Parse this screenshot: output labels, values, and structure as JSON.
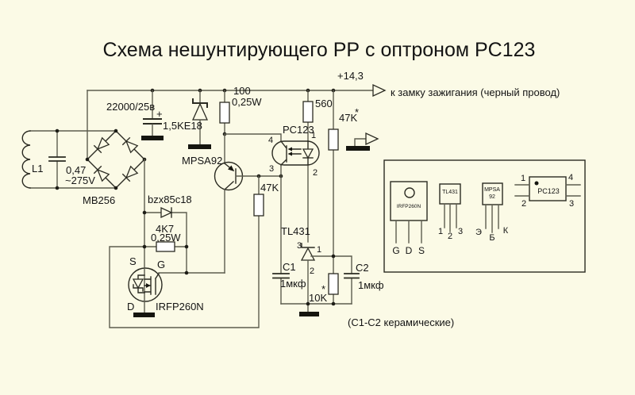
{
  "title": "Схема нешунтирующего РР с оптроном PC123",
  "colors": {
    "background": "#fbfae6",
    "ink": "#2b2b22",
    "wire": "#5c5c4e"
  },
  "rail": {
    "voltage": "+14,3",
    "output": "к замку зажигания (черный провод)"
  },
  "schematic": {
    "l1": "L1",
    "input_cap": {
      "value": "0,47",
      "voltage": "~275V"
    },
    "bridge": "MB256",
    "filter_cap": {
      "value": "22000/25в",
      "plus": "+"
    },
    "tvs": "1,5KE18",
    "r_emitter": {
      "value": "100",
      "power": "0,25W"
    },
    "r_led": "560",
    "r_upper": {
      "value": "47K",
      "star": "*"
    },
    "opto": {
      "name": "PC123",
      "pin1": "1",
      "pin2": "2",
      "pin3": "3",
      "pin4": "4"
    },
    "pnp": "MPSA92",
    "r_base": "47K",
    "gate_zener": "bzx85c18",
    "r_gs": {
      "value": "4K7",
      "power": "0,25W"
    },
    "mosfet": {
      "name": "IRFP260N",
      "pin_s": "S",
      "pin_g": "G",
      "pin_d": "D"
    },
    "tl431": {
      "name": "TL431",
      "pin1": "1",
      "pin2": "2",
      "pin3": "3"
    },
    "c1": {
      "name": "C1",
      "value": "1мкф"
    },
    "r_ref": {
      "value": "10K",
      "star": "*"
    },
    "c2": {
      "name": "C2",
      "value": "1мкф"
    },
    "note": "(C1-C2 керамические)"
  },
  "pinout": {
    "irfp": {
      "name": "IRFP260N",
      "pins": [
        "G",
        "D",
        "S"
      ]
    },
    "tl431": {
      "name": "TL431",
      "pins": [
        "1",
        "2",
        "3"
      ]
    },
    "mpsa": {
      "name_line1": "MPSA",
      "name_line2": "92",
      "pins": [
        "Э",
        "Б",
        "К"
      ]
    },
    "pc123": {
      "name": "PC123",
      "pins": [
        "1",
        "2",
        "4",
        "3"
      ]
    }
  }
}
